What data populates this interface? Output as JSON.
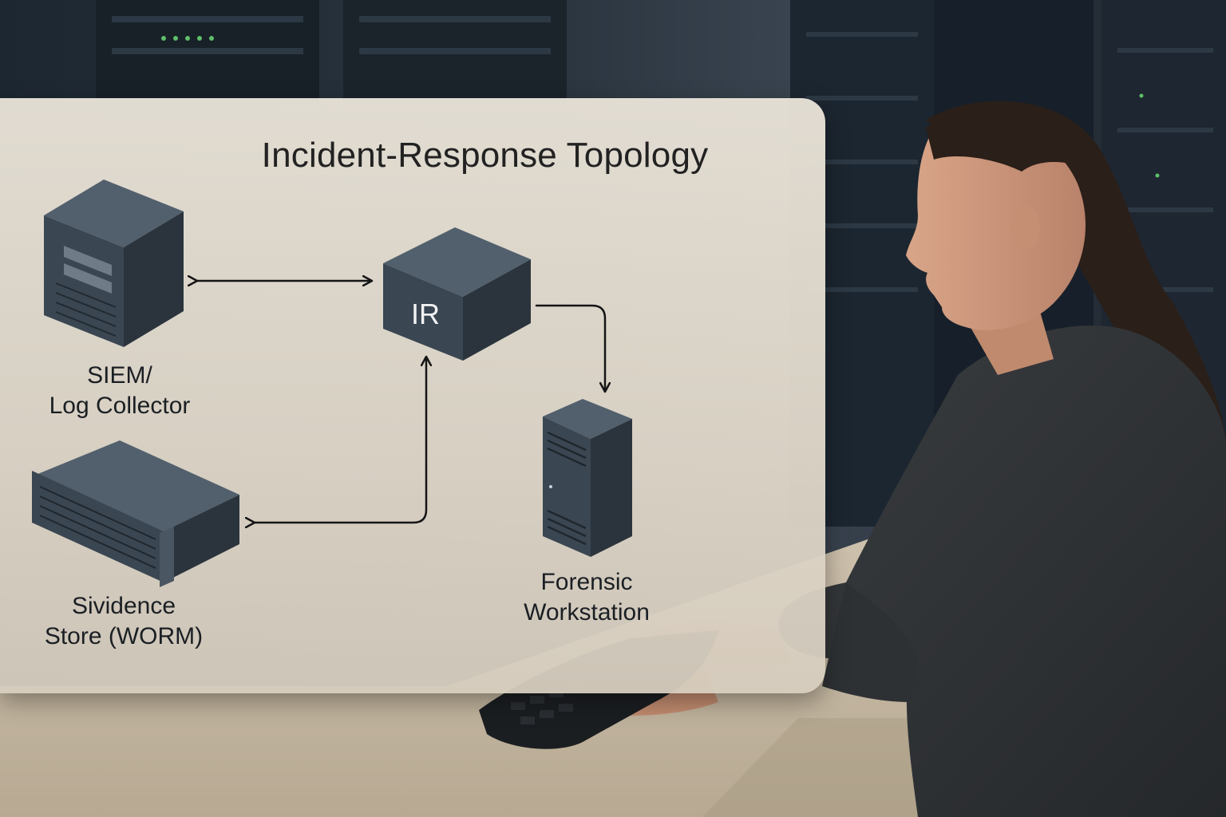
{
  "title": "Incident-Response Topology",
  "nodes": {
    "ir": {
      "label": "IR"
    },
    "siem": {
      "line1": "SIEM/",
      "line2": "Log Collector"
    },
    "evidence": {
      "line1": "Sividence",
      "line2": "Store (WORM)"
    },
    "forensic": {
      "line1": "Forensic",
      "line2": "Workstation"
    }
  },
  "colors": {
    "device": "#3a4652",
    "device_dark": "#2b343d",
    "arrow": "#151515",
    "panel": "#e4ddd0",
    "desk": "#c8bca8"
  }
}
